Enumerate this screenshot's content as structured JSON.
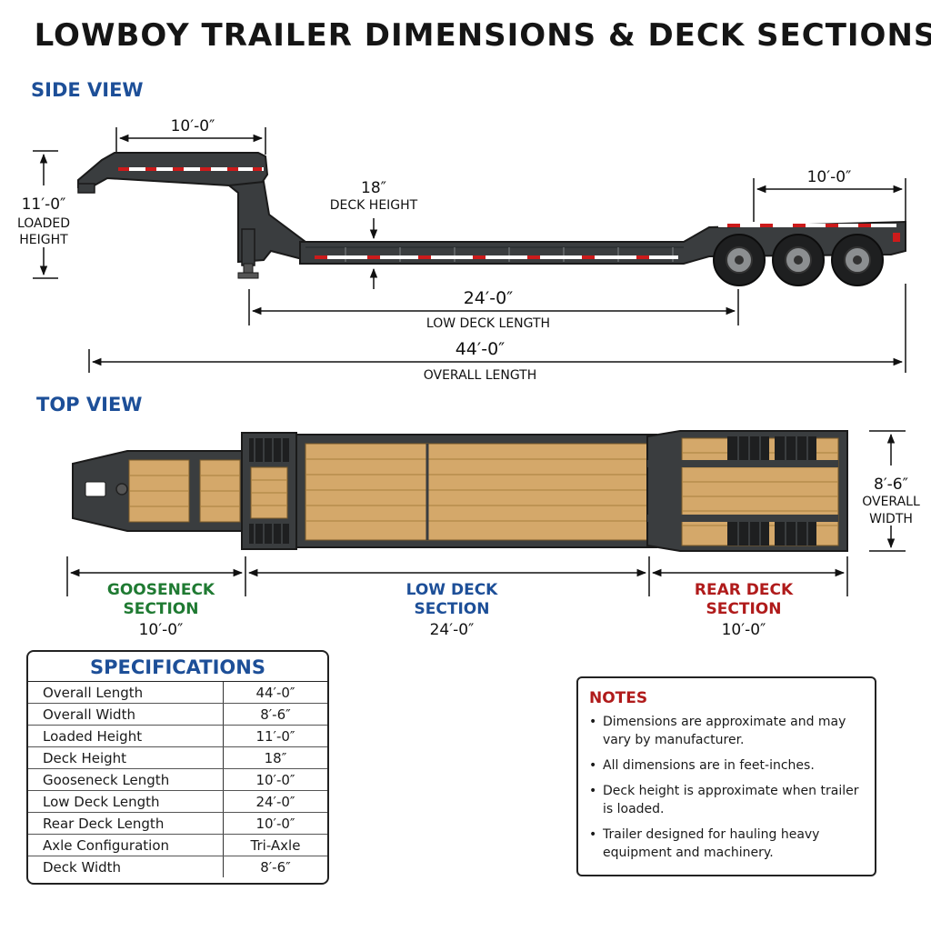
{
  "title": "LOWBOY TRAILER DIMENSIONS & DECK SECTIONS",
  "colors": {
    "blue": "#1d4f98",
    "green": "#1f7a32",
    "red": "#b01b1b",
    "frame": "#3a3d3f",
    "wood": "#d4a86a"
  },
  "side_view": {
    "heading": "SIDE VIEW",
    "gooseneck_top_length": "10′-0″",
    "rear_length": "10′-0″",
    "loaded_height_value": "11′-0″",
    "loaded_height_label_1": "LOADED",
    "loaded_height_label_2": "HEIGHT",
    "deck_height_value": "18″",
    "deck_height_label": "DECK HEIGHT",
    "low_deck_value": "24′-0″",
    "low_deck_label": "LOW DECK LENGTH",
    "overall_value": "44′-0″",
    "overall_label": "OVERALL LENGTH"
  },
  "top_view": {
    "heading": "TOP VIEW",
    "width_value": "8′-6″",
    "width_label_1": "OVERALL",
    "width_label_2": "WIDTH",
    "sections": [
      {
        "name_1": "GOOSENECK",
        "name_2": "SECTION",
        "length": "10′-0″"
      },
      {
        "name_1": "LOW DECK",
        "name_2": "SECTION",
        "length": "24′-0″"
      },
      {
        "name_1": "REAR DECK",
        "name_2": "SECTION",
        "length": "10′-0″"
      }
    ]
  },
  "specifications": {
    "heading": "SPECIFICATIONS",
    "rows": [
      {
        "label": "Overall Length",
        "value": "44′-0″"
      },
      {
        "label": "Overall Width",
        "value": "8′-6″"
      },
      {
        "label": "Loaded Height",
        "value": "11′-0″"
      },
      {
        "label": "Deck Height",
        "value": "18″"
      },
      {
        "label": "Gooseneck Length",
        "value": "10′-0″"
      },
      {
        "label": "Low Deck Length",
        "value": "24′-0″"
      },
      {
        "label": "Rear Deck Length",
        "value": "10′-0″"
      },
      {
        "label": "Axle Configuration",
        "value": "Tri-Axle"
      },
      {
        "label": "Deck Width",
        "value": "8′-6″"
      }
    ]
  },
  "notes": {
    "heading": "NOTES",
    "items": [
      "Dimensions are approximate and may vary by manufacturer.",
      "All dimensions are in feet-inches.",
      "Deck height is approximate when trailer is loaded.",
      "Trailer designed for hauling heavy equipment and machinery."
    ]
  }
}
